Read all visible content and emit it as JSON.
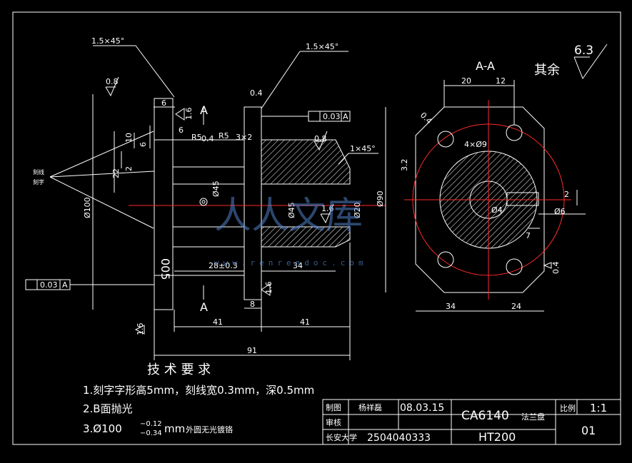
{
  "drawing": {
    "section_label": "A-A",
    "other_roughness_label": "其余",
    "other_roughness_value": "6.3",
    "chamfer_1": "1.5×45°",
    "chamfer_2": "1.5×45°",
    "chamfer_3": "1×45°",
    "section_marker": "A",
    "roughness": [
      "0.8",
      "0.4",
      "1.6",
      "0.4",
      "0.8",
      "1.6",
      "1.6",
      "3.2",
      "0.4",
      "0.4",
      "1.6"
    ],
    "tolerance_frame_1": "0.03",
    "tolerance_frame_2": "0.03",
    "datum": "A",
    "dims": {
      "d6": "6",
      "d6b": "6",
      "d10": "10",
      "d6c": "6",
      "d22": "22",
      "d2": "2",
      "dia100": "Ø100",
      "dia45": "Ø45",
      "dia45b": "Ø45",
      "dia20": "Ø20",
      "r5a": "R5",
      "r5b": "R5",
      "g3x2": "3×2",
      "d28": "28±0.3",
      "d34": "34",
      "d8": "8",
      "d41a": "41",
      "d41b": "41",
      "d91": "91",
      "d20": "20",
      "d12": "12",
      "d90": "Ø90",
      "d34r": "34",
      "d24": "24",
      "d7": "7",
      "d2r": "2",
      "holes": "4×Ø9",
      "dia6": "Ø6",
      "dia4": "Ø4",
      "engraving": "005",
      "left_note_1": "刻线",
      "left_note_2": "刻字"
    },
    "watermark": "人人文库",
    "watermark_url": "www.renrendoc.com"
  },
  "requirements": {
    "title": "技 术 要 求",
    "items": [
      "1.刻字字形高5mm，刻线宽0.3mm，深0.5mm",
      "2.B面抛光",
      "3.Ø100-0.12/-0.34mm外圆无光镀铬"
    ],
    "item3_prefix": "3.Ø100",
    "item3_upper": "−0.12",
    "item3_lower": "−0.34",
    "item3_suffix": "mm",
    "item3_tail": "外圆无光镀铬"
  },
  "title_block": {
    "drawn_label": "制图",
    "drawn_name": "杨祥磊",
    "drawn_date": "08.03.15",
    "check_label": "审核",
    "school": "长安大学",
    "student_no": "2504040333",
    "part_name": "CA6140",
    "part_suffix": "法兰盘",
    "material": "HT200",
    "scale_label": "比例",
    "scale_value": "1:1",
    "sheet": "01"
  }
}
